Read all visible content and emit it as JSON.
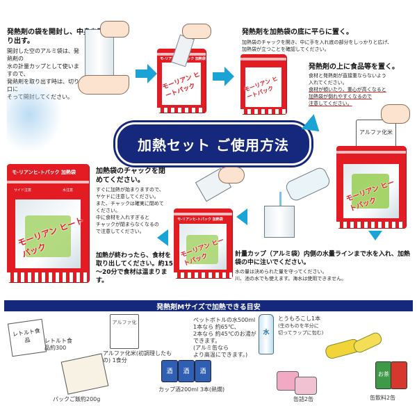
{
  "title": "加熱セット ご使用方法",
  "step1": {
    "heading": "発熱剤の袋を開封し、中身を取り出す。",
    "lines": [
      "開封した空のアルミ袋は、発熱剤の",
      "水の計量カップとして使いますので、",
      "発熱剤を取り出す時は、切り口に",
      "そって開封してください。"
    ]
  },
  "step2": {
    "heading": "発熱剤を加熱袋の底に平らに置く。",
    "lines": [
      "加熱袋のチャックを開き、中に手を入れ底の部分をしっかりと広げ、",
      "加熱袋が立つことを確認してください。"
    ]
  },
  "step3": {
    "heading": "発熱剤の上に食品等を置く。",
    "lines": [
      "食材と発熱剤が直接重ならないよう",
      "入れてください。"
    ],
    "note": [
      "食材が傾いたり、重心が高くなると",
      "加熱袋が倒れやすくなるので",
      "注意してください。"
    ]
  },
  "step4": {
    "heading": "計量カップ（アルミ袋）内側の水量ラインまで水を入れ、加熱袋の中に注いでください。",
    "lines": [
      "水の量は決められた量を守ってください。",
      "川、池の水でも使えます。海水は使用できません。"
    ]
  },
  "step5": {
    "heading": "加熱袋のチャックを閉めてください。",
    "lines": [
      "すぐに加熱が始まりますので、",
      "ヤケドに注意してください。",
      "また、チャックは確実に閉めて",
      "ください。",
      "中に食材を入れすぎると",
      "チャックが閉まらなくなるの",
      "で注意してください。"
    ]
  },
  "step6": {
    "heading": "加熱が終わったら、食材を取り出してください。約15～20分で食材は温まります。"
  },
  "bag_logo": "モーリアン ヒートパック",
  "bag_header": "モ-リアンヒ-トパック 加熱袋",
  "bag_labels": [
    "サイド注意",
    "水注意"
  ],
  "alpha_rice_label": "アルファ化米",
  "guide_title": "発熱剤Mサイズで加熱できる目安",
  "items": {
    "retort": {
      "pack_text": "レトルト食品",
      "label": "レトルト食品約300"
    },
    "alpha": {
      "pack_text": "アルファ化",
      "label": "アルファ化米(初調理したもの) 1食分"
    },
    "rice_pack": {
      "label": "パックご飯約200g"
    },
    "bottle": {
      "label_lines": [
        "ペットボトルの水500ml",
        "1本なら 約65℃、",
        "2本なら 約45℃のお湯が",
        "できます。",
        "(アルミ缶なら",
        "より高温にできます。)"
      ],
      "bottle_text": "水"
    },
    "sake": {
      "can_text": "酒",
      "label": "カップ酒200ml 3本(熱燗)"
    },
    "corn": {
      "label_lines": [
        "とうもろこし1本",
        "(生のものを半分に",
        "切ってラップに包む)"
      ]
    },
    "cans": {
      "label": "缶詰2缶"
    },
    "drinks": {
      "can_text": "お茶",
      "label": "缶飲料2缶"
    }
  },
  "colors": {
    "navy": "#16287b",
    "red": "#e31b23",
    "arrow": "#1aa3d4",
    "underline": "#d22"
  }
}
